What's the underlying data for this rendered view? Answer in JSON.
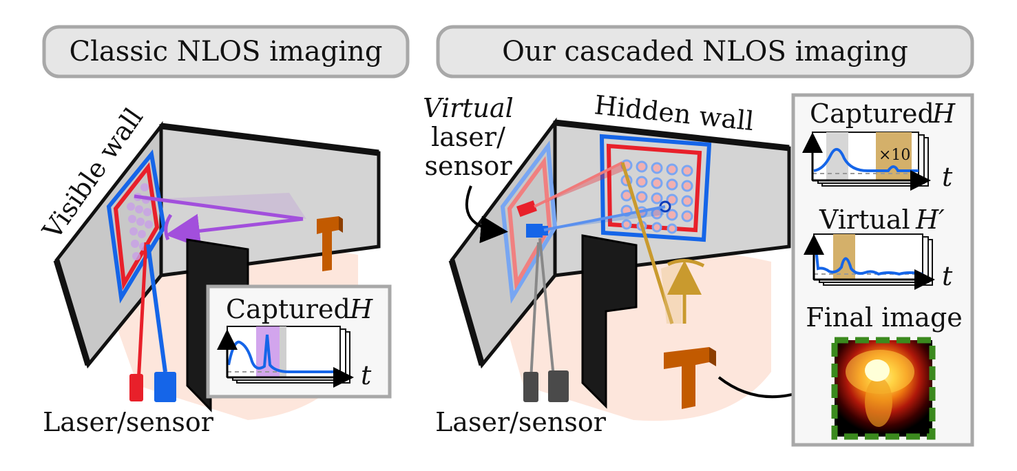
{
  "left_panel": {
    "title": "Classic NLOS imaging",
    "visible_wall": "Visible wall",
    "laser_sensor": "Laser/sensor",
    "inset": {
      "title": "Captured",
      "symbol": "H",
      "axis_t": "t"
    }
  },
  "right_panel": {
    "title": "Our cascaded NLOS imaging",
    "virtual_word": "Virtual",
    "virtual_rest_1": "laser/",
    "virtual_rest_2": "sensor",
    "hidden_wall": "Hidden wall",
    "laser_sensor": "Laser/sensor",
    "captured": {
      "title": "Captured",
      "symbol": "H",
      "axis_t": "t",
      "gain": "×10"
    },
    "virtual": {
      "title": "Virtual",
      "symbol": "H′",
      "axis_t": "t"
    },
    "final": {
      "title": "Final image"
    }
  },
  "colors": {
    "laser": "#e8202a",
    "sensor": "#1565e8",
    "purple": "#a24fdc",
    "gold": "#c99a2e",
    "object": "#c25a00",
    "floor": "#fde6dc",
    "wall": "#d6d6d6",
    "frame_green": "#3b8a1e"
  }
}
